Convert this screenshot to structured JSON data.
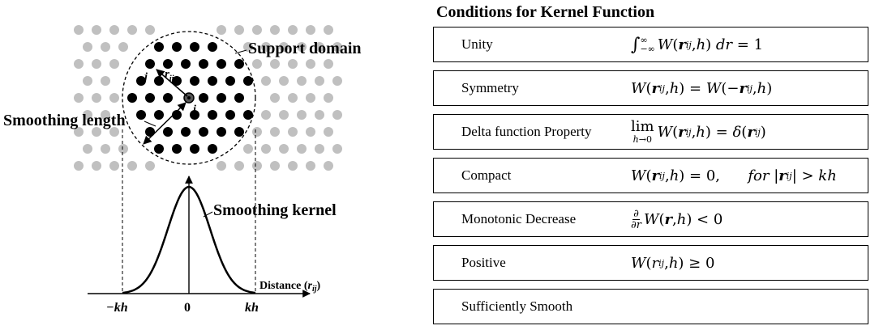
{
  "diagram": {
    "support_domain_label": "Support domain",
    "smoothing_length_label": "Smoothing length",
    "smoothing_kernel_label": "Smoothing kernel",
    "distance_label": "Distance",
    "distance_var": "r",
    "distance_sub": "ij",
    "particle_i": "i",
    "particle_j": "j",
    "rij_var": "r",
    "rij_sub": "ij",
    "axis_neg": "−kh",
    "axis_zero": "0",
    "axis_pos": "kh",
    "colors": {
      "inside_particle": "#000000",
      "outside_particle": "#c0c0c0"
    }
  },
  "conditions": {
    "title": "Conditions for Kernel Function",
    "items": [
      {
        "label": "Unity"
      },
      {
        "label": "Symmetry"
      },
      {
        "label": "Delta function Property"
      },
      {
        "label": "Compact"
      },
      {
        "label": "Monotonic Decrease"
      },
      {
        "label": "Positive"
      },
      {
        "label": "Sufficiently Smooth"
      }
    ],
    "formulas": {
      "unity": "∫_{−∞}^{∞} W(r_ij, h) dr = 1",
      "symmetry": "W(r_ij, h) = W(−r_ij, h)",
      "delta": "lim_{h→0} W(r_ij, h) = δ(r_ij)",
      "compact": "W(r_ij, h) = 0,   for |r_ij| > kh",
      "monotonic": "∂/∂r W(r, h) < 0",
      "positive": "W(r_ij, h) ≥ 0"
    }
  }
}
